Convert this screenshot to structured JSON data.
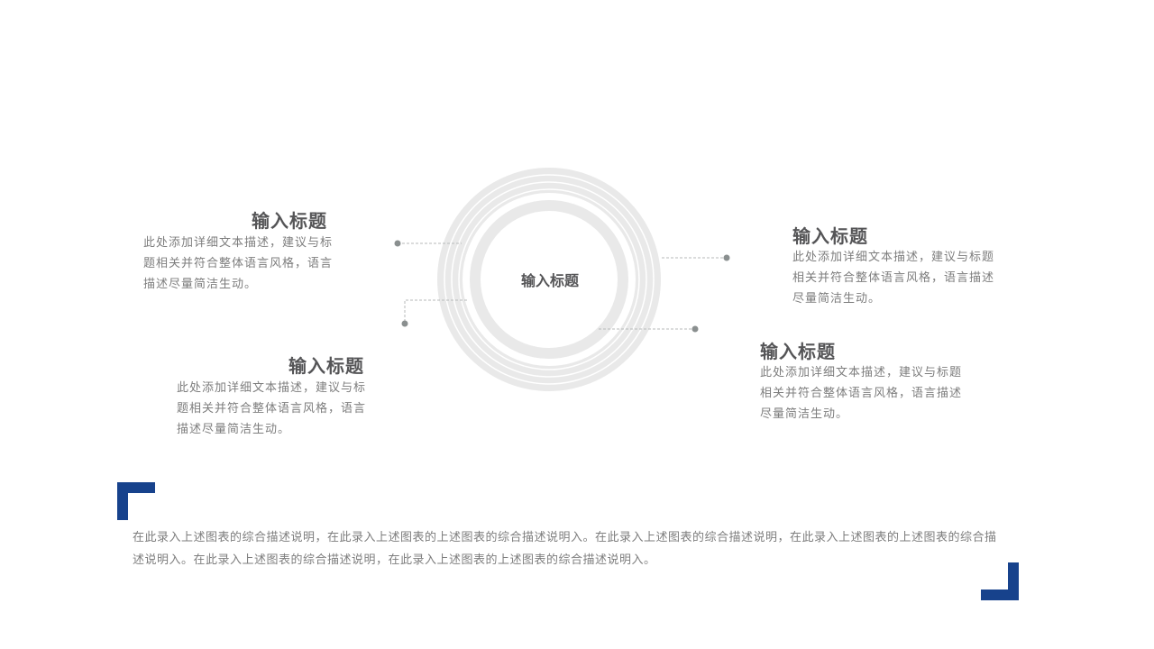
{
  "center": {
    "title": "输入标题"
  },
  "items": [
    {
      "title": "输入标题",
      "desc": "此处添加详细文本描述，建议与标题相关并符合整体语言风格，语言描述尽量简洁生动。"
    },
    {
      "title": "输入标题",
      "desc": "此处添加详细文本描述，建议与标题相关并符合整体语言风格，语言描述尽量简洁生动。"
    },
    {
      "title": "输入标题",
      "desc": "此处添加详细文本描述，建议与标题相关并符合整体语言风格，语言描述尽量简洁生动。"
    },
    {
      "title": "输入标题",
      "desc": "此处添加详细文本描述，建议与标题相关并符合整体语言风格，语言描述尽量简洁生动。"
    }
  ],
  "summary": {
    "text": "在此录入上述图表的综合描述说明，在此录入上述图表的上述图表的综合描述说明入。在此录入上述图表的综合描述说明，在此录入上述图表的上述图表的综合描述说明入。在此录入上述图表的综合描述说明，在此录入上述图表的上述图表的综合描述说明入。"
  },
  "colors": {
    "accent": "#17428c",
    "ring": "#e9e9e9",
    "connector": "#8a8f8f",
    "title": "#555557",
    "body": "#7d7d7d"
  }
}
